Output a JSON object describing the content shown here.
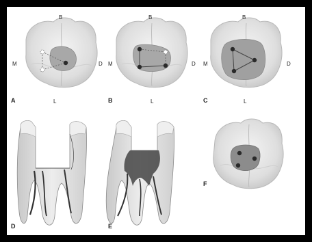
{
  "colors": {
    "tooth": "#e2e2e2",
    "tooth_edge": "#b8b8b8",
    "access_cavity": "#9a9a9a",
    "canal": "#333333",
    "root_fill": "#d2d2d2"
  },
  "panels": {
    "A": {
      "label": "A",
      "b": "B",
      "m": "M",
      "d": "D",
      "l": "L"
    },
    "B": {
      "label": "B",
      "b": "B",
      "m": "M",
      "d": "D",
      "l": "L"
    },
    "C": {
      "label": "C",
      "b": "B",
      "m": "M",
      "d": "D",
      "l": "L"
    },
    "D": {
      "label": "D"
    },
    "E": {
      "label": "E"
    },
    "F": {
      "label": "F"
    }
  }
}
